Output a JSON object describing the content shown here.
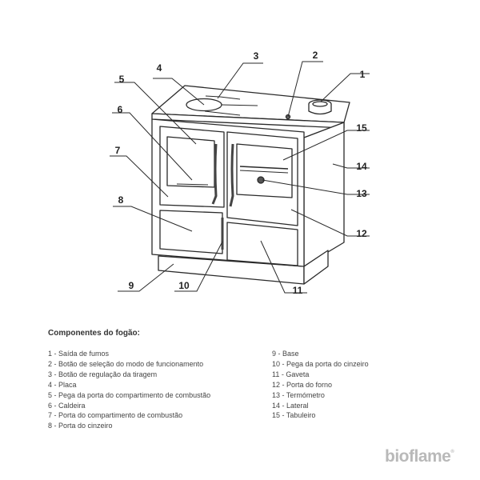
{
  "callouts": [
    "1",
    "2",
    "3",
    "4",
    "5",
    "6",
    "7",
    "8",
    "9",
    "10",
    "11",
    "12",
    "13",
    "14",
    "15"
  ],
  "legend": {
    "heading": "Componentes do fogão:",
    "left": [
      "1 - Saída de fumos",
      "2 - Botão de seleção do modo de funcionamento",
      "3 - Botão de regulação da tiragem",
      "4 - Placa",
      "5 - Pega da porta do compartimento de combustão",
      "6 - Caldeira",
      "7 - Porta do compartimento de combustão",
      "8 - Porta do cinzeiro"
    ],
    "right": [
      "9 - Base",
      "10 - Pega da porta do cinzeiro",
      "11 - Gaveta",
      "12 - Porta do forno",
      "13 - Termómetro",
      "14 - Lateral",
      "15 - Tabuleiro"
    ]
  },
  "brand": {
    "name": "bioflame",
    "mark": "®"
  }
}
